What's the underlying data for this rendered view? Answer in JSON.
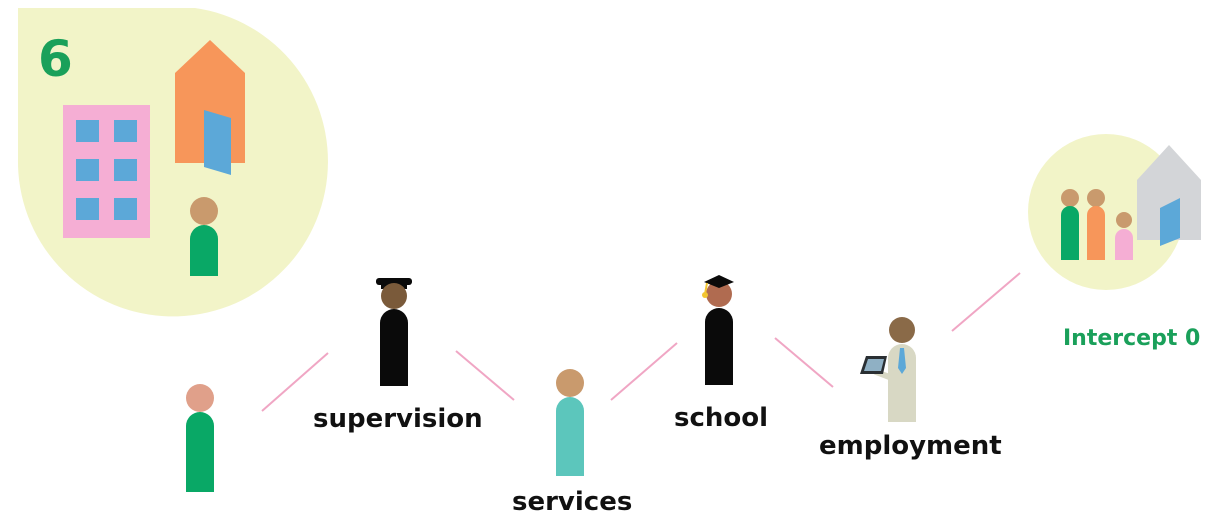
{
  "step_number": "6",
  "labels": {
    "supervision": "supervision",
    "services": "services",
    "school": "school",
    "employment": "employment",
    "intercept": "Intercept 0"
  },
  "colors": {
    "circle_fill": "#f2f4c8",
    "connector": "#f0a6c4",
    "green_person": "#09a866",
    "teal_person": "#5cc6bc",
    "black_person": "#0a0a0a",
    "skin_light": "#c99a6d",
    "skin_pink": "#e0a08a",
    "skin_dark": "#7a5a3a",
    "skin_brown": "#b06b50",
    "house_orange": "#f7965a",
    "house_grey": "#d3d5d8",
    "door_blue": "#5ca8d8",
    "building_pink": "#f5aed4",
    "window_blue": "#5ca8d8",
    "accent_green": "#1aa05a"
  },
  "icons": [
    "apartment-building-icon",
    "house-icon",
    "police-officer-icon",
    "graduate-icon",
    "employee-with-tablet-icon",
    "family-icon",
    "grey-house-icon"
  ]
}
